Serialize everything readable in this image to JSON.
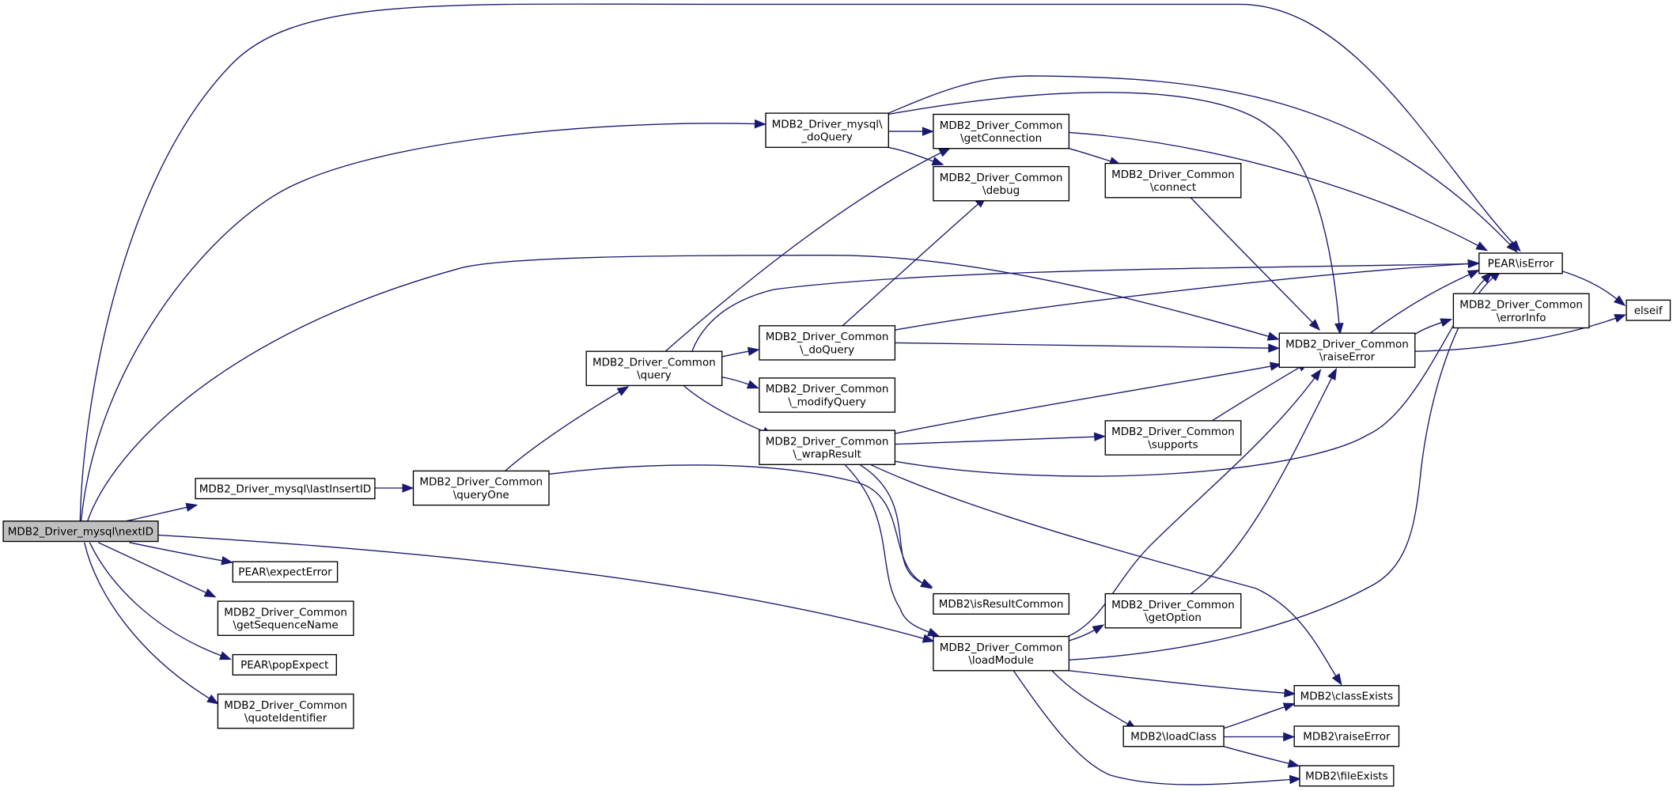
{
  "nodes": [
    {
      "id": "nextID",
      "lines": [
        "MDB2_Driver_mysql\\nextID"
      ]
    },
    {
      "id": "lastInsertID",
      "lines": [
        "MDB2_Driver_mysql\\lastInsertID"
      ]
    },
    {
      "id": "expectError",
      "lines": [
        "PEAR\\expectError"
      ]
    },
    {
      "id": "getSequenceName",
      "lines": [
        "MDB2_Driver_Common",
        "\\getSequenceName"
      ]
    },
    {
      "id": "popExpect",
      "lines": [
        "PEAR\\popExpect"
      ]
    },
    {
      "id": "quoteIdentifier",
      "lines": [
        "MDB2_Driver_Common",
        "\\quoteIdentifier"
      ]
    },
    {
      "id": "queryOne",
      "lines": [
        "MDB2_Driver_Common",
        "\\queryOne"
      ]
    },
    {
      "id": "query",
      "lines": [
        "MDB2_Driver_Common",
        "\\query"
      ]
    },
    {
      "id": "mysqlDoQuery",
      "lines": [
        "MDB2_Driver_mysql\\",
        "_doQuery"
      ]
    },
    {
      "id": "commonDoQuery",
      "lines": [
        "MDB2_Driver_Common",
        "\\_doQuery"
      ]
    },
    {
      "id": "modifyQuery",
      "lines": [
        "MDB2_Driver_Common",
        "\\_modifyQuery"
      ]
    },
    {
      "id": "wrapResult",
      "lines": [
        "MDB2_Driver_Common",
        "\\_wrapResult"
      ]
    },
    {
      "id": "getConnection",
      "lines": [
        "MDB2_Driver_Common",
        "\\getConnection"
      ]
    },
    {
      "id": "debug",
      "lines": [
        "MDB2_Driver_Common",
        "\\debug"
      ]
    },
    {
      "id": "isResultCommon",
      "lines": [
        "MDB2\\isResultCommon"
      ]
    },
    {
      "id": "loadModule",
      "lines": [
        "MDB2_Driver_Common",
        "\\loadModule"
      ]
    },
    {
      "id": "connect",
      "lines": [
        "MDB2_Driver_Common",
        "\\connect"
      ]
    },
    {
      "id": "supports",
      "lines": [
        "MDB2_Driver_Common",
        "\\supports"
      ]
    },
    {
      "id": "getOption",
      "lines": [
        "MDB2_Driver_Common",
        "\\getOption"
      ]
    },
    {
      "id": "loadClass",
      "lines": [
        "MDB2\\loadClass"
      ]
    },
    {
      "id": "raiseError",
      "lines": [
        "MDB2_Driver_Common",
        "\\raiseError"
      ]
    },
    {
      "id": "isError",
      "lines": [
        "PEAR\\isError"
      ]
    },
    {
      "id": "errorInfo",
      "lines": [
        "MDB2_Driver_Common",
        "\\errorInfo"
      ]
    },
    {
      "id": "classExists",
      "lines": [
        "MDB2\\classExists"
      ]
    },
    {
      "id": "mdb2RaiseError",
      "lines": [
        "MDB2\\raiseError"
      ]
    },
    {
      "id": "fileExists",
      "lines": [
        "MDB2\\fileExists"
      ]
    },
    {
      "id": "elseif",
      "lines": [
        "elseif"
      ]
    }
  ],
  "edges": [
    [
      "nextID",
      "isError"
    ],
    [
      "nextID",
      "mysqlDoQuery"
    ],
    [
      "nextID",
      "raiseError"
    ],
    [
      "nextID",
      "lastInsertID"
    ],
    [
      "nextID",
      "loadModule"
    ],
    [
      "nextID",
      "expectError"
    ],
    [
      "nextID",
      "getSequenceName"
    ],
    [
      "nextID",
      "popExpect"
    ],
    [
      "nextID",
      "quoteIdentifier"
    ],
    [
      "lastInsertID",
      "queryOne"
    ],
    [
      "queryOne",
      "query"
    ],
    [
      "queryOne",
      "isResultCommon"
    ],
    [
      "query",
      "getConnection"
    ],
    [
      "query",
      "isError"
    ],
    [
      "query",
      "commonDoQuery"
    ],
    [
      "query",
      "modifyQuery"
    ],
    [
      "query",
      "wrapResult"
    ],
    [
      "mysqlDoQuery",
      "isError"
    ],
    [
      "mysqlDoQuery",
      "raiseError"
    ],
    [
      "mysqlDoQuery",
      "getConnection"
    ],
    [
      "mysqlDoQuery",
      "debug"
    ],
    [
      "getConnection",
      "isError"
    ],
    [
      "getConnection",
      "connect"
    ],
    [
      "connect",
      "raiseError"
    ],
    [
      "commonDoQuery",
      "debug"
    ],
    [
      "commonDoQuery",
      "isError"
    ],
    [
      "commonDoQuery",
      "raiseError"
    ],
    [
      "wrapResult",
      "raiseError"
    ],
    [
      "wrapResult",
      "supports"
    ],
    [
      "wrapResult",
      "isError"
    ],
    [
      "wrapResult",
      "isResultCommon"
    ],
    [
      "wrapResult",
      "loadModule"
    ],
    [
      "wrapResult",
      "classExists"
    ],
    [
      "supports",
      "raiseError"
    ],
    [
      "loadModule",
      "raiseError"
    ],
    [
      "loadModule",
      "getOption"
    ],
    [
      "loadModule",
      "isError"
    ],
    [
      "loadModule",
      "classExists"
    ],
    [
      "loadModule",
      "loadClass"
    ],
    [
      "loadModule",
      "fileExists"
    ],
    [
      "getOption",
      "raiseError"
    ],
    [
      "loadClass",
      "classExists"
    ],
    [
      "loadClass",
      "mdb2RaiseError"
    ],
    [
      "loadClass",
      "fileExists"
    ],
    [
      "raiseError",
      "isError"
    ],
    [
      "raiseError",
      "errorInfo"
    ],
    [
      "raiseError",
      "elseif"
    ],
    [
      "isError",
      "elseif"
    ]
  ]
}
